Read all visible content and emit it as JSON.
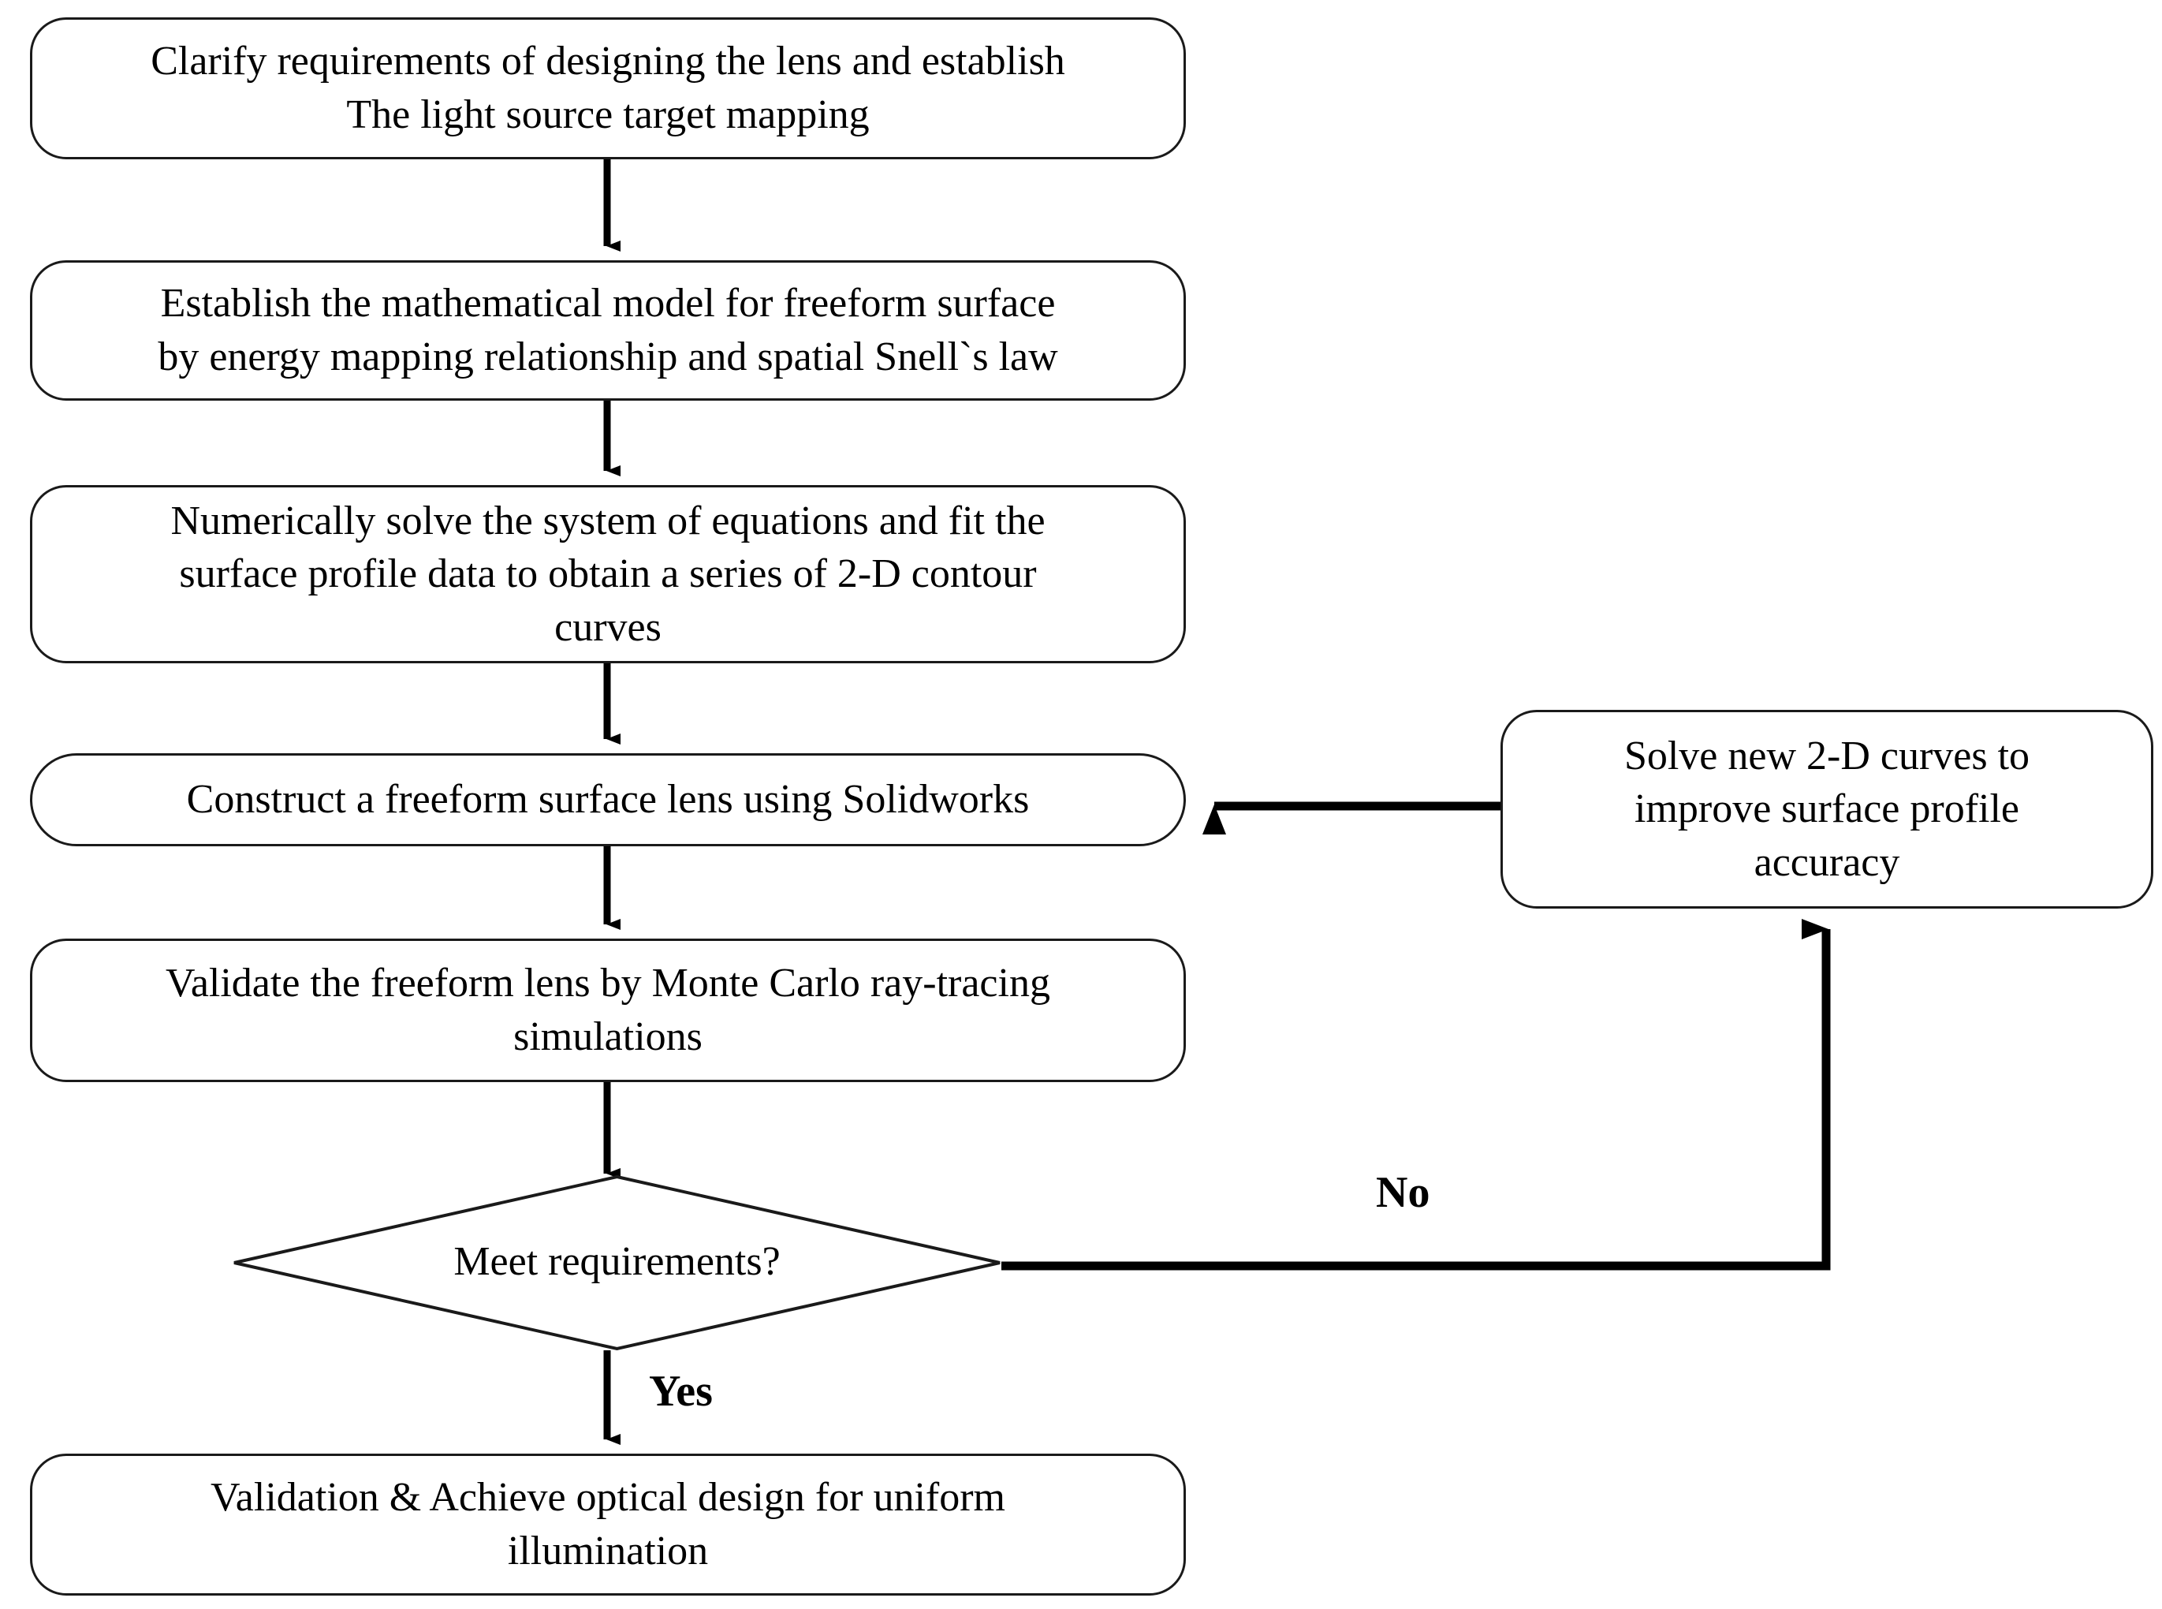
{
  "diagram": {
    "type": "flowchart",
    "title": "Freeform lens design process flowchart",
    "colors": {
      "background": "#ffffff",
      "node_border": "#1a1a1a",
      "node_fill": "#ffffff",
      "edge": "#000000",
      "text": "#000000"
    },
    "nodes": [
      {
        "id": "n1",
        "shape": "rounded-rectangle",
        "text": "Clarify requirements of designing the lens and establish\nThe light source target mapping"
      },
      {
        "id": "n2",
        "shape": "rounded-rectangle",
        "text": "Establish the mathematical model for freeform surface\nby  energy mapping relationship and spatial Snell`s law"
      },
      {
        "id": "n3",
        "shape": "rounded-rectangle",
        "text": "Numerically solve the system of equations and fit the\nsurface profile data to obtain a series of 2-D contour\ncurves"
      },
      {
        "id": "n4",
        "shape": "rounded-rectangle",
        "text": "Construct a freeform surface lens using Solidworks"
      },
      {
        "id": "n5",
        "shape": "rounded-rectangle",
        "text": "Validate the freeform lens by Monte Carlo ray-tracing\nsimulations"
      },
      {
        "id": "n6",
        "shape": "diamond",
        "text": "Meet requirements?"
      },
      {
        "id": "n7",
        "shape": "rounded-rectangle",
        "text": "Validation & Achieve optical design for uniform\nillumination"
      },
      {
        "id": "n8",
        "shape": "rounded-rectangle",
        "text": "Solve new 2-D curves to\nimprove surface profile\naccuracy"
      }
    ],
    "edges": [
      {
        "id": "e1",
        "from": "n1",
        "to": "n2",
        "label": "",
        "direction": "down"
      },
      {
        "id": "e2",
        "from": "n2",
        "to": "n3",
        "label": "",
        "direction": "down"
      },
      {
        "id": "e3",
        "from": "n3",
        "to": "n4",
        "label": "",
        "direction": "down"
      },
      {
        "id": "e4",
        "from": "n4",
        "to": "n5",
        "label": "",
        "direction": "down"
      },
      {
        "id": "e5",
        "from": "n5",
        "to": "n6",
        "label": "",
        "direction": "down"
      },
      {
        "id": "e6",
        "from": "n6",
        "to": "n7",
        "label": "Yes",
        "direction": "down"
      },
      {
        "id": "e7",
        "from": "n6",
        "to": "n8",
        "label": "No",
        "direction": "right-then-up"
      },
      {
        "id": "e8",
        "from": "n8",
        "to": "n4",
        "label": "",
        "direction": "left"
      }
    ],
    "edge_labels": {
      "no": "No",
      "yes": "Yes"
    }
  }
}
